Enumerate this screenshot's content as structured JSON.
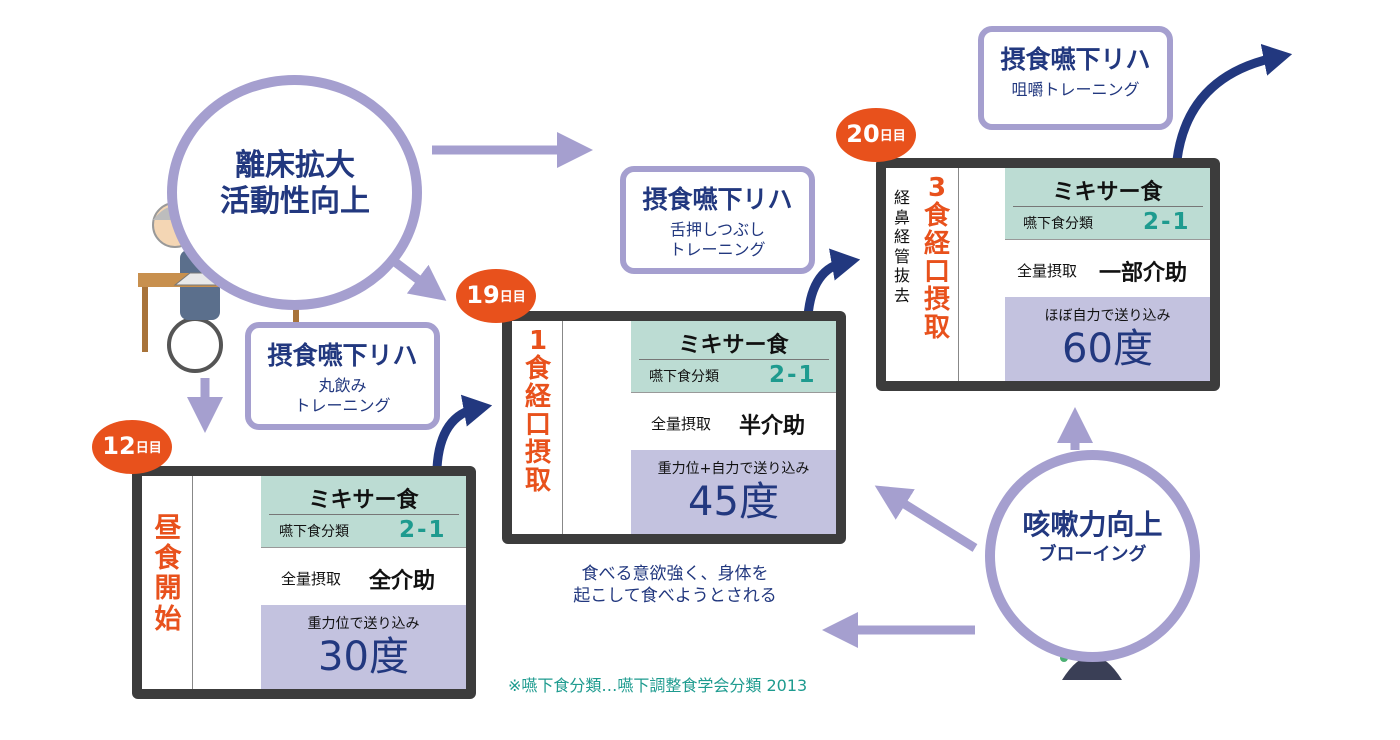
{
  "top_circle": {
    "line1": "離床拡大",
    "line2": "活動性向上"
  },
  "cough_circle": {
    "title": "咳嗽力向上",
    "subtitle": "ブローイング"
  },
  "rehab_boxes": [
    {
      "title": "摂食嚥下リハ",
      "sub1": "丸飲み",
      "sub2": "トレーニング"
    },
    {
      "title": "摂食嚥下リハ",
      "sub1": "舌押しつぶし",
      "sub2": "トレーニング"
    },
    {
      "title": "摂食嚥下リハ",
      "sub1": "咀嚼トレーニング",
      "sub2": ""
    }
  ],
  "stages": [
    {
      "day": "12",
      "day_unit": "日目",
      "vertical_lines": [
        "昼",
        "食",
        "開",
        "始"
      ],
      "food": "ミキサー食",
      "class_label": "嚥下食分類",
      "class_value": "2-1",
      "intake_label": "全量摂取",
      "assist": "全介助",
      "method": "重力位で送り込み",
      "angle": "30度"
    },
    {
      "day": "19",
      "day_unit": "日目",
      "vertical_lines": [
        "1",
        "食",
        "経",
        "口",
        "摂",
        "取"
      ],
      "food": "ミキサー食",
      "class_label": "嚥下食分類",
      "class_value": "2-1",
      "intake_label": "全量摂取",
      "assist": "半介助",
      "method": "重力位+自力で送り込み",
      "angle": "45度"
    },
    {
      "day": "20",
      "day_unit": "日目",
      "vertical_lines": [
        "3",
        "食",
        "経",
        "口",
        "摂",
        "取"
      ],
      "side_lines": [
        "経",
        "鼻",
        "経",
        "管",
        "抜",
        "去"
      ],
      "food": "ミキサー食",
      "class_label": "嚥下食分類",
      "class_value": "2-1",
      "intake_label": "全量摂取",
      "assist": "一部介助",
      "method": "ほぼ自力で送り込み",
      "angle": "60度"
    }
  ],
  "note": {
    "line1": "食べる意欲強く、身体を",
    "line2": "起こして食べようとされる"
  },
  "footnote": "※嚥下食分類…嚥下調整食学会分類 2013",
  "colors": {
    "navy": "#22387f",
    "lavender": "#a59fcf",
    "orange": "#e8511c",
    "teal": "#1e9b8f",
    "mint": "#bcdcd3",
    "angle_bg": "#c3c2df",
    "card": "#3c3c3c"
  }
}
